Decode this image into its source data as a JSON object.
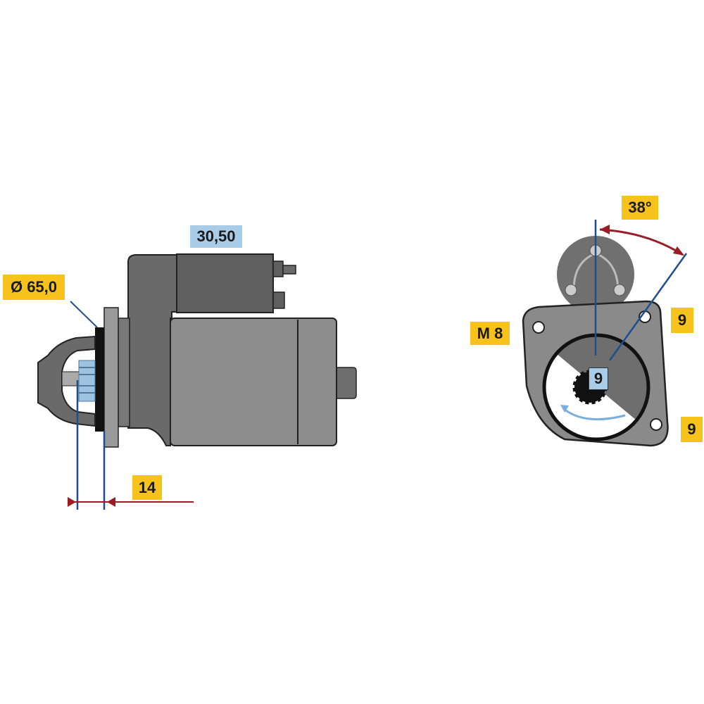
{
  "side_view": {
    "solenoid_label": "30,50",
    "diameter_label": "Ø 65,0",
    "offset_label": "14"
  },
  "front_view": {
    "angle_label": "38°",
    "thread_label": "M 8",
    "teeth_label": "9",
    "hole_label_top": "9",
    "hole_label_bottom": "9"
  },
  "colors": {
    "label_yellow": "#f6c21b",
    "label_blue": "#a9cde8",
    "dimension_blue": "#1f4e8c",
    "dimension_red": "#9b1c24"
  }
}
